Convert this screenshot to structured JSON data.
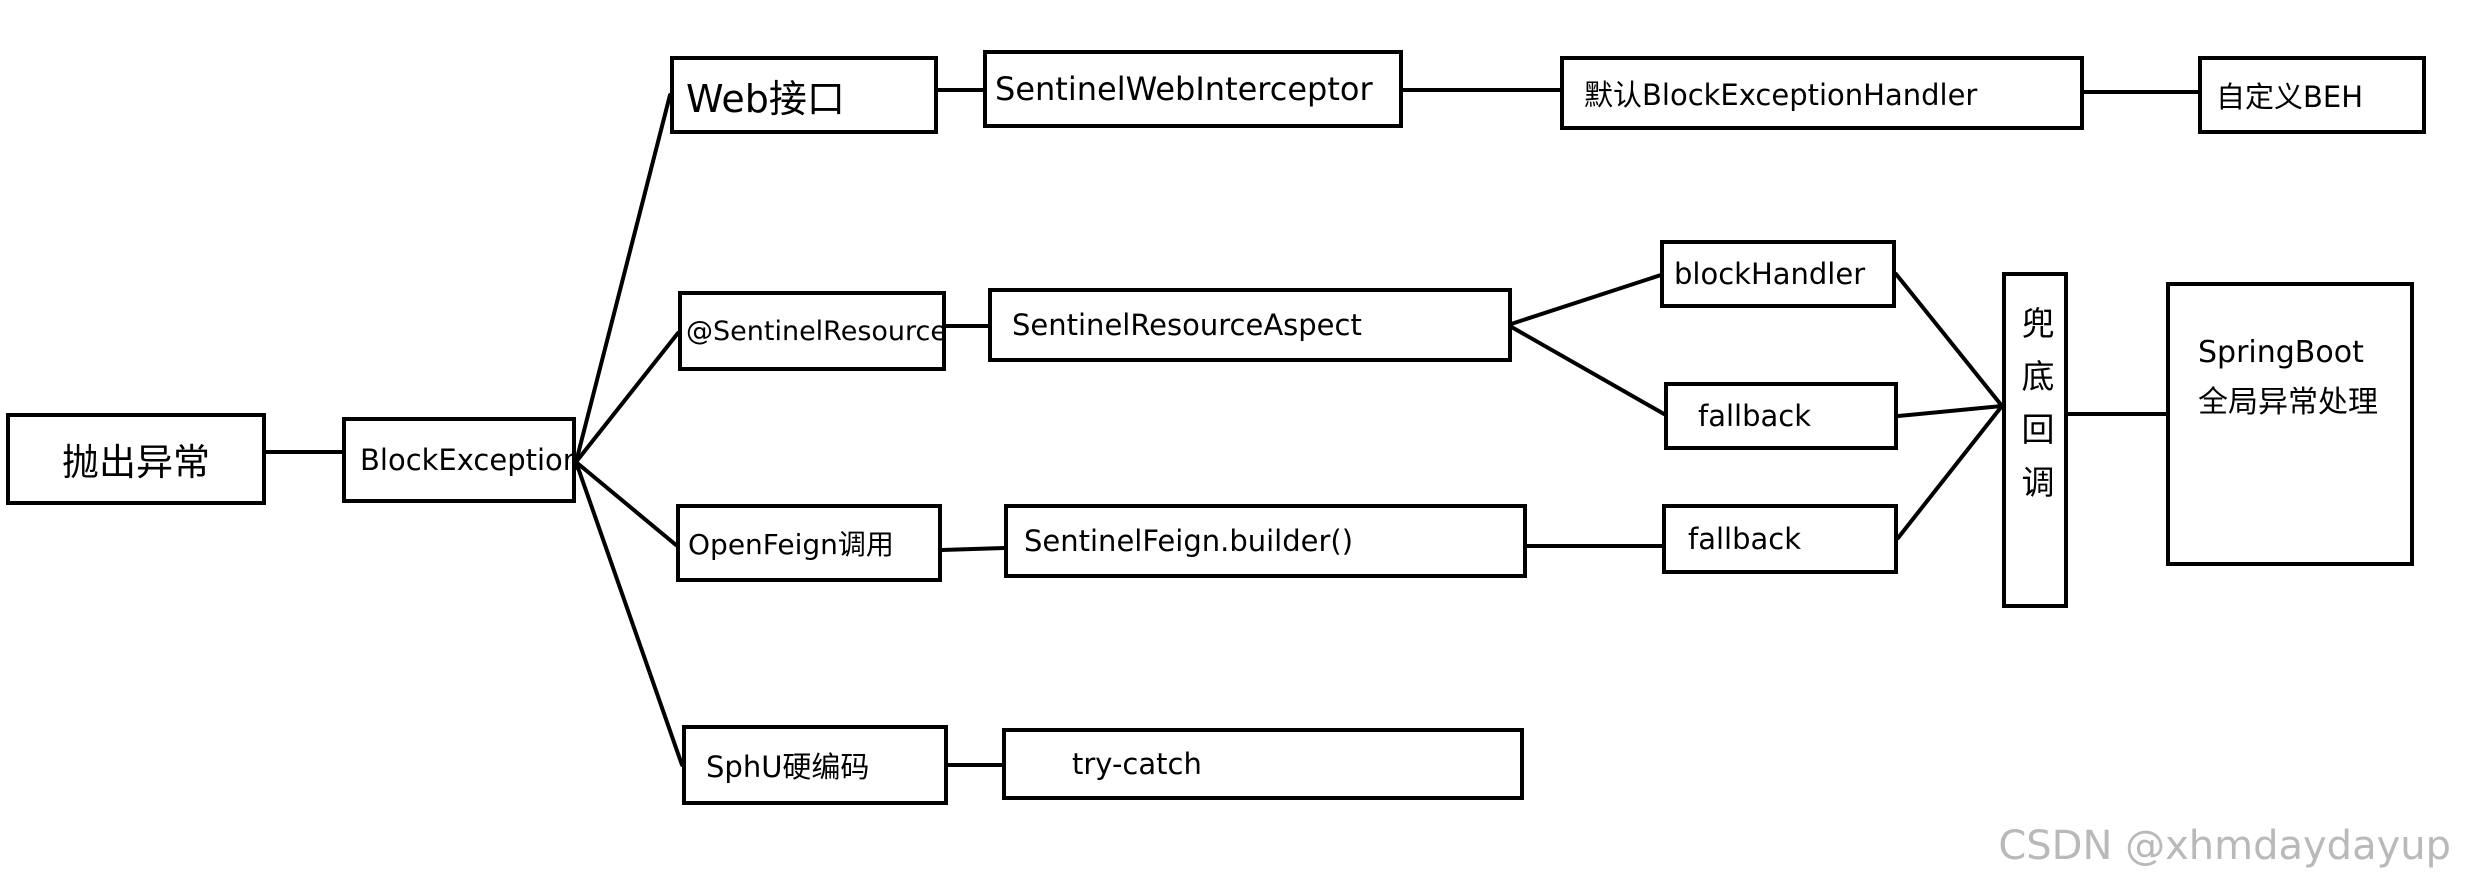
{
  "nodes": {
    "throw": "抛出异常",
    "block_exception": "BlockException",
    "web_api": "Web接口",
    "sentinel_resource": "@SentinelResource",
    "openfeign": "OpenFeign调用",
    "sphu": "SphU硬编码",
    "web_interceptor": "SentinelWebInterceptor",
    "resource_aspect": "SentinelResourceAspect",
    "feign_builder": "SentinelFeign.builder()",
    "try_catch": "try-catch",
    "default_handler": "默认BlockExceptionHandler",
    "custom_beh": "自定义BEH",
    "block_handler": "blockHandler",
    "fallback_1": "fallback",
    "fallback_2": "fallback",
    "fallback_callback": "兜底回调",
    "springboot_line1": "SpringBoot",
    "springboot_line2": "全局异常处理"
  },
  "watermark": "CSDN @xhmdaydayup"
}
